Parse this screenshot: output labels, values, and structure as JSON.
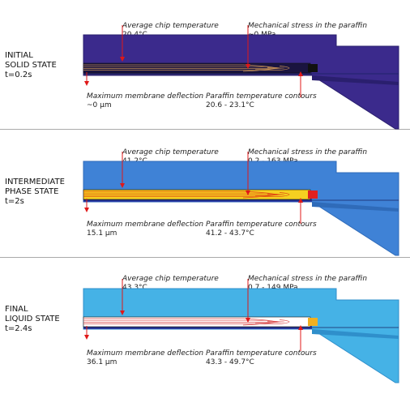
{
  "panels": [
    {
      "state_line1": "INITIAL",
      "state_line2": "SOLID STATE",
      "state_time": "t=0.2s",
      "chip_temp_title": "Average chip temperature",
      "chip_temp_value": "20.4°C",
      "stress_title": "Mechanical stress in the paraffin",
      "stress_value": "~0 MPa",
      "deflection_title": "Maximum membrane deflection",
      "deflection_value": "~0 µm",
      "contours_title": "Paraffin temperature contours",
      "contours_value": "20.6 - 23.1°C",
      "colors": {
        "body": "#3b2a8c",
        "body_edge": "#2a1f6e",
        "paraffin": "#1a1440",
        "channel": "#2e2570",
        "contour": "#d49a58"
      }
    },
    {
      "state_line1": "INTERMEDIATE",
      "state_line2": "PHASE STATE",
      "state_time": "t=2s",
      "chip_temp_title": "Average chip temperature",
      "chip_temp_value": "41.2°C",
      "stress_title": "Mechanical stress in the paraffin",
      "stress_value": "0.2 - 163 MPa",
      "deflection_title": "Maximum membrane deflection",
      "deflection_value": "15.1 µm",
      "contours_title": "Paraffin temperature contours",
      "contours_value": "41.2 - 43.7°C",
      "colors": {
        "body": "#3f82d6",
        "body_edge": "#2f6bb9",
        "paraffin": "#f5d021",
        "channel": "#2b3fa8",
        "contour": "#e04010"
      }
    },
    {
      "state_line1": "FINAL",
      "state_line2": "LIQUID STATE",
      "state_time": "t=2.4s",
      "chip_temp_title": "Average chip temperature",
      "chip_temp_value": "43.3°C",
      "stress_title": "Mechanical stress in the paraffin",
      "stress_value": "0.7 - 149 MPa",
      "deflection_title": "Maximum membrane deflection",
      "deflection_value": "36.1 µm",
      "contours_title": "Paraffin temperature contours",
      "contours_value": "43.3 - 49.7°C",
      "colors": {
        "body": "#45b2e6",
        "body_edge": "#2f8fcb",
        "paraffin": "#ffffff",
        "channel": "#2b3fa8",
        "contour": "#d84040"
      }
    }
  ],
  "arrow_color": "#e01818"
}
